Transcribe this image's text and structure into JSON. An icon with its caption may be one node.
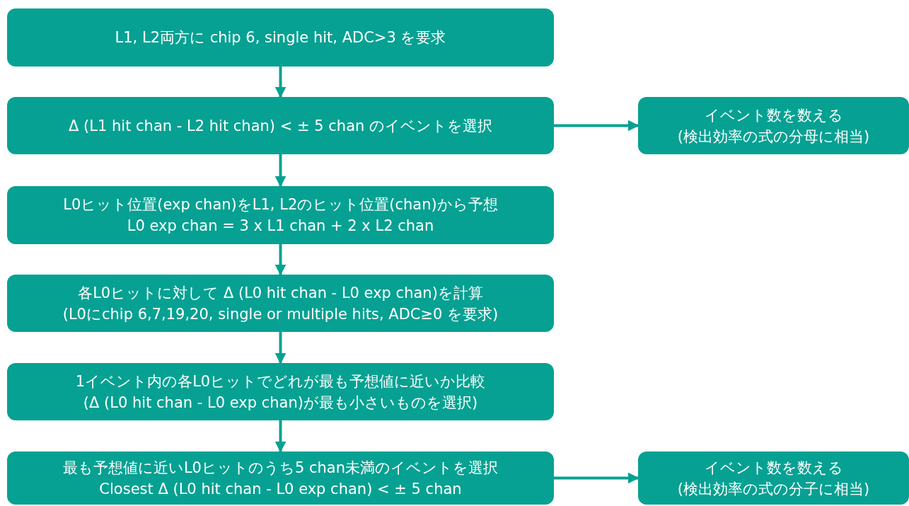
{
  "diagram": {
    "nodes": [
      {
        "text": [
          "L1, L2両方に chip 6, single hit, ADC>3 を要求"
        ]
      },
      {
        "text": [
          "Δ (L1 hit chan - L2 hit chan) < ± 5 chan のイベントを選択"
        ]
      },
      {
        "text": [
          "イベント数を数える",
          "(検出効率の式の分母に相当)"
        ]
      },
      {
        "text": [
          "L0ヒット位置(exp chan)をL1, L2のヒット位置(chan)から予想",
          "L0 exp chan = 3 x L1 chan + 2 x L2 chan"
        ]
      },
      {
        "text": [
          "各L0ヒットに対して Δ (L0 hit chan - L0 exp chan)を計算",
          "(L0にchip 6,7,19,20, single or multiple hits, ADC≥0 を要求)"
        ]
      },
      {
        "text": [
          "1イベント内の各L0ヒットでどれが最も予想値に近いか比較",
          "(Δ (L0 hit chan - L0 exp chan)が最も小さいものを選択)"
        ]
      },
      {
        "text": [
          "最も予想値に近いL0ヒットのうち5 chan未満のイベントを選択",
          "Closest Δ (L0 hit chan - L0 exp chan) < ± 5 chan"
        ]
      },
      {
        "text": [
          "イベント数を数える",
          "(検出効率の式の分子に相当)"
        ]
      }
    ],
    "edges": [
      {
        "from": 0,
        "to": 1,
        "arrow": "to"
      },
      {
        "from": 1,
        "to": 2,
        "arrow": "to"
      },
      {
        "from": 1,
        "to": 3,
        "arrow": "to"
      },
      {
        "from": 3,
        "to": 4,
        "arrow": "to"
      },
      {
        "from": 4,
        "to": 5,
        "arrow": "to"
      },
      {
        "from": 5,
        "to": 6,
        "arrow": "to"
      },
      {
        "from": 6,
        "to": 7,
        "arrow": "to"
      }
    ]
  }
}
